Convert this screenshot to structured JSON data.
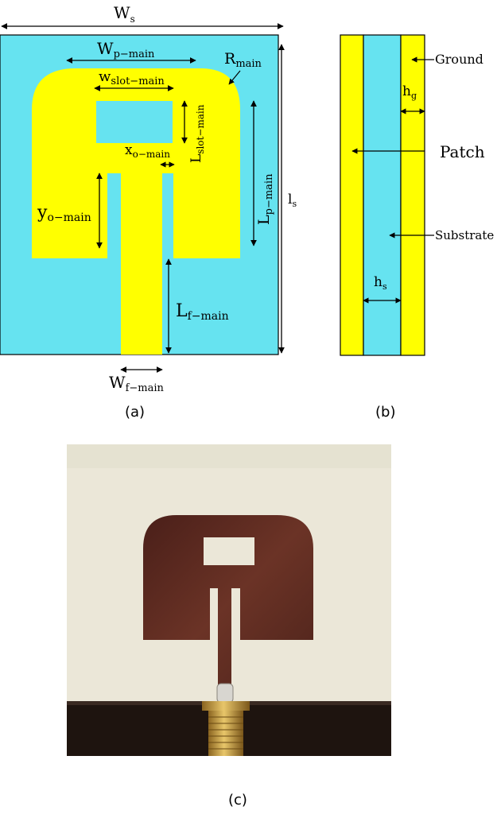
{
  "colors": {
    "substrate": "#66e3f0",
    "copper": "#ffff00",
    "outline": "#000000",
    "photo_bg": "#ebe7d8",
    "photo_patch": "#5a2a22",
    "photo_base": "#1e140f",
    "connector": "#c49a3a"
  },
  "panel_a": {
    "ws_label": "W",
    "ws_sub": "s",
    "wp_label": "W",
    "wp_sub": "p−main",
    "wslot_label": "w",
    "wslot_sub": "slot−main",
    "rmain_label": "R",
    "rmain_sub": "main",
    "lslot_label": "L",
    "lslot_sub": "slot−main",
    "xo_label": "x",
    "xo_sub": "o−main",
    "yo_label": "y",
    "yo_sub": "o−main",
    "lp_label": "L",
    "lp_sub": "p−main",
    "ls_label": "l",
    "ls_sub": "s",
    "lf_label": "L",
    "lf_sub": "f−main",
    "wf_label": "W",
    "wf_sub": "f−main",
    "caption": "(a)"
  },
  "panel_b": {
    "ground_label": "Ground",
    "hg_label": "h",
    "hg_sub": "g",
    "patch_label": "Patch",
    "substrate_label": "Substrate",
    "hs_label": "h",
    "hs_sub": "s",
    "caption": "(b)"
  },
  "panel_c": {
    "caption": "(c)"
  }
}
